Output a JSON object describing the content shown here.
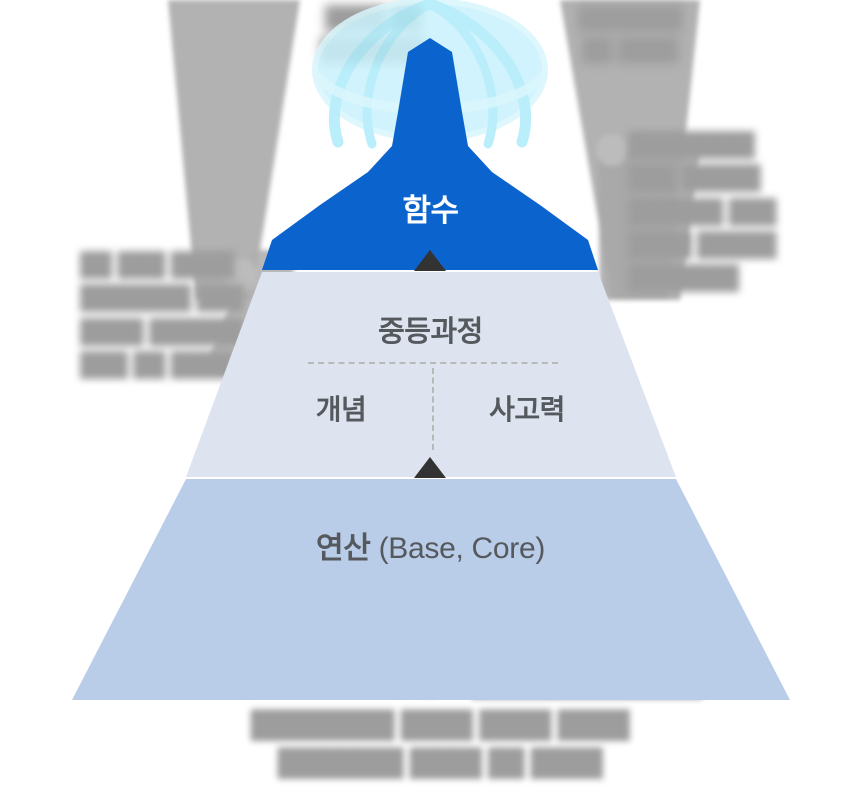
{
  "diagram": {
    "type": "three-tier-pyramid",
    "title_visible": false,
    "tiers": [
      {
        "id": "top",
        "label": "함수",
        "fill": "#0b63cd",
        "text_color": "#ffffff",
        "decoration": "globe-icon"
      },
      {
        "id": "middle",
        "label": "중등과정",
        "fill": "#dde4f0",
        "text_color": "#55595e",
        "sub_left": "개념",
        "sub_right": "사고력"
      },
      {
        "id": "bottom",
        "label_main": "연산",
        "label_paren": " (Base, Core)",
        "label": "연산 (Base, Core)",
        "fill": "#b9cde8",
        "text_color": "#55595e"
      }
    ],
    "arrows": [
      {
        "id": "arrow-mid-to-top",
        "color": "#333333"
      },
      {
        "id": "arrow-bottom-to-mid",
        "color": "#333333"
      }
    ],
    "dividers": {
      "horizontal": "dashed",
      "vertical": "dashed",
      "color": "#b9b9b9"
    },
    "accent_glow": "#aeecfb"
  },
  "watermarks": {
    "note": "illegible blurred grey text in the source image",
    "top_left": "████ ██\n███████",
    "top_right": "███████\n██ ████",
    "left": "██ ███ ████\n███████ ███\n████ ██████\n███ ██ ████",
    "right": "████████\n███ █████\n██████ ███\n████ █████\n███████",
    "bottom": "████████ ████ ████ ████\n███████ ████ ██ ████",
    "seal": "████"
  },
  "colors": {
    "tier_top": "#0b63cd",
    "tier_middle": "#dde4f0",
    "tier_bottom": "#b9cde8",
    "glow": "#aeecfb",
    "glow_light": "#d7f5fd",
    "text_dark": "#55595e",
    "text_light": "#ffffff",
    "watermark": "#9d9d9d",
    "arrow": "#333333",
    "dash": "#b9b9b9",
    "background": "#ffffff"
  }
}
